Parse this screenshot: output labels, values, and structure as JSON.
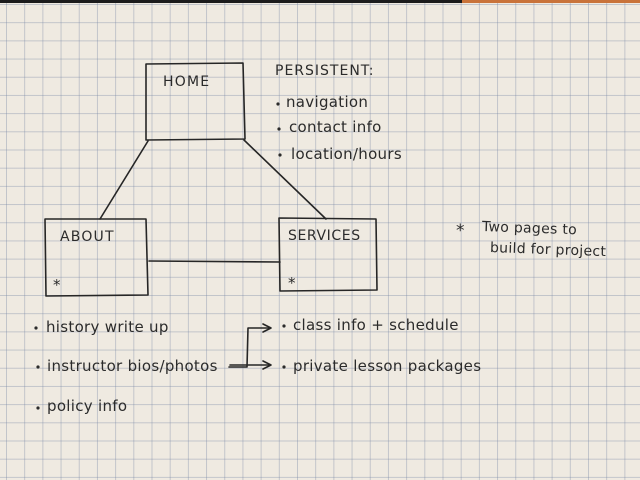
{
  "topbar": {
    "dark_color": "#1c1c1c",
    "accent_color": "#c9733a"
  },
  "diagram": {
    "boxes": {
      "home": {
        "label": "HOME"
      },
      "about": {
        "label": "ABOUT",
        "mark": "*"
      },
      "services": {
        "label": "SERVICES",
        "mark": "*"
      }
    },
    "persistent": {
      "heading": "PERSISTENT:",
      "items": [
        "navigation",
        "contact info",
        "location/hours"
      ]
    },
    "note": {
      "mark": "*",
      "lines": [
        "Two pages to",
        "build for project"
      ]
    },
    "about_items": [
      "history write up",
      "instructor bios/photos",
      "policy info"
    ],
    "services_items": [
      "class info + schedule",
      "private lesson packages"
    ]
  }
}
